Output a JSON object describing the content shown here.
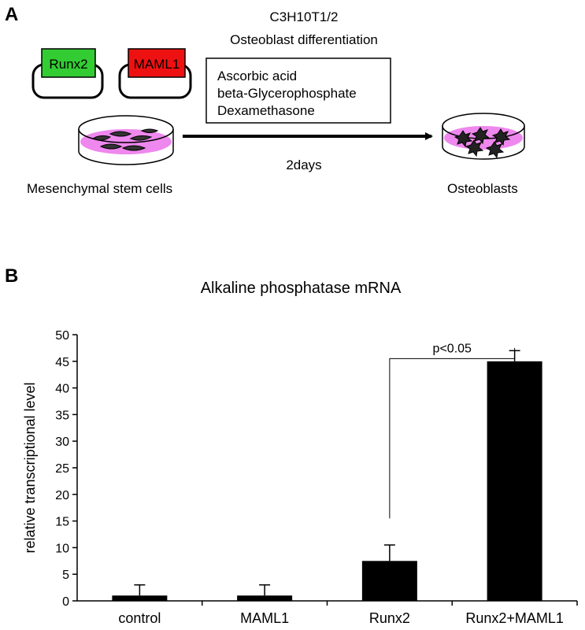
{
  "panel_a": {
    "letter": "A",
    "cell_line": "C3H10T1/2",
    "process": "Osteoblast differentiation",
    "plasmid_1": "Runx2",
    "plasmid_2": "MAML1",
    "reagents": [
      "Ascorbic acid",
      "beta-Glycerophosphate",
      "Dexamethasone"
    ],
    "duration": "2days",
    "source_label": "Mesenchymal stem cells",
    "target_label": "Osteoblasts",
    "colors": {
      "runx2_box": "#33cc33",
      "maml1_box": "#ee1111",
      "dish_medium": "#ee88ee"
    }
  },
  "panel_b": {
    "letter": "B"
  },
  "chart_data": {
    "type": "bar",
    "title": "Alkaline phosphatase mRNA",
    "xlabel": "",
    "ylabel": "relative transcriptional level",
    "categories": [
      "control",
      "MAML1",
      "Runx2",
      "Runx2+MAML1"
    ],
    "values": [
      1,
      1,
      7.5,
      45
    ],
    "errors": [
      2,
      2,
      3,
      2
    ],
    "ylim": [
      0,
      50
    ],
    "yticks": [
      0,
      5,
      10,
      15,
      20,
      25,
      30,
      35,
      40,
      45,
      50
    ],
    "grid": false,
    "bar_color": "#000000",
    "significance": {
      "from": "Runx2",
      "to": "Runx2+MAML1",
      "label": "p<0.05"
    }
  }
}
